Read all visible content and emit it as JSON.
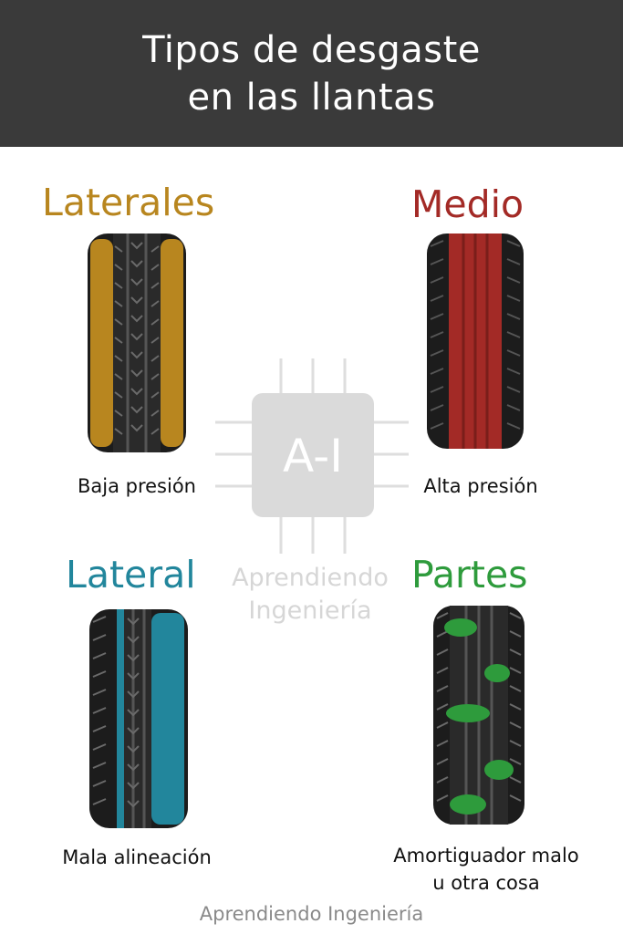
{
  "header": {
    "title_line1": "Tipos de desgaste",
    "title_line2": "en las llantas"
  },
  "panels": [
    {
      "title": "Laterales",
      "caption": "Baja presión",
      "color": "#b8861f",
      "wear": "sides"
    },
    {
      "title": "Medio",
      "caption": "Alta presión",
      "color": "#a32a26",
      "wear": "middle"
    },
    {
      "title": "Lateral",
      "caption": "Mala alineación",
      "color": "#22869c",
      "wear": "one-side"
    },
    {
      "title": "Partes",
      "caption_line1": "Amortiguador malo",
      "caption_line2": "u otra cosa",
      "color": "#2e9b3c",
      "wear": "patches"
    }
  ],
  "watermark": {
    "logo_text": "A-I",
    "line1": "Aprendiendo",
    "line2": "Ingeniería"
  },
  "footer": {
    "text": "Aprendiendo Ingeniería"
  },
  "colors": {
    "header_bg": "#3a3a3a",
    "tire": "#1c1c1c",
    "tread": "#4a4a4a"
  }
}
